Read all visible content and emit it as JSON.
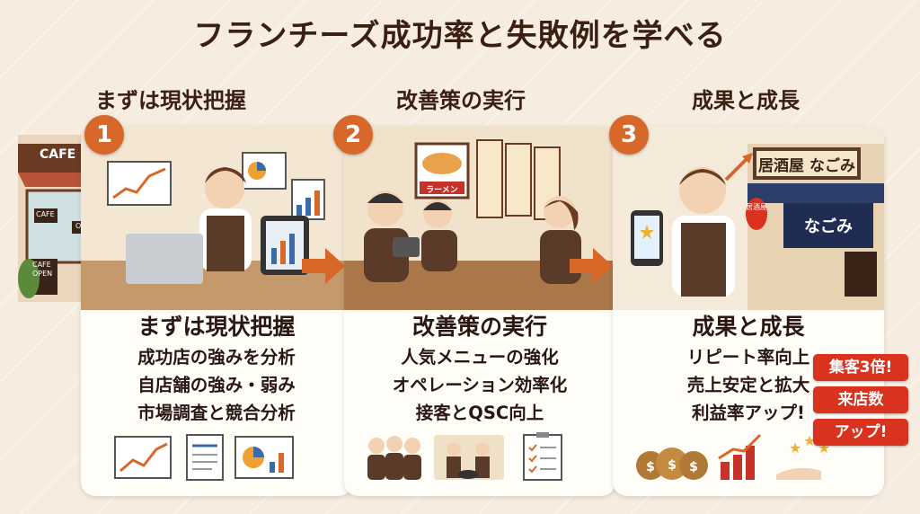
{
  "title": "フランチーズ成功率と失敗例を学べる",
  "steps": [
    {
      "number": "1",
      "column_heading": "まずは現状把握",
      "heading": "まずは現状把握",
      "points": [
        "成功店の強みを分析",
        "自店舗の強み・弱み",
        "市場調査と競合分析"
      ],
      "illustration_signs": [
        "CAFE",
        "CAFE",
        "OPEN",
        "CAFE OPEN"
      ]
    },
    {
      "number": "2",
      "column_heading": "改善策の実行",
      "heading": "改善策の実行",
      "points": [
        "人気メニューの強化",
        "オペレーション効率化",
        "接客とQSC向上"
      ],
      "illustration_signs": [
        "ラーメン"
      ]
    },
    {
      "number": "3",
      "column_heading": "成果と成長",
      "heading": "成果と成長",
      "points": [
        "リピート率向上",
        "売上安定と拡大",
        "利益率アップ!"
      ],
      "illustration_signs": [
        "居酒屋 なごみ",
        "なごみ",
        "居酒屋"
      ]
    }
  ],
  "badges": [
    "集客3倍!",
    "来店数",
    "アップ!"
  ],
  "colors": {
    "accent": "#d8682a",
    "badge": "#d9321f",
    "background": "#f6ece0"
  }
}
